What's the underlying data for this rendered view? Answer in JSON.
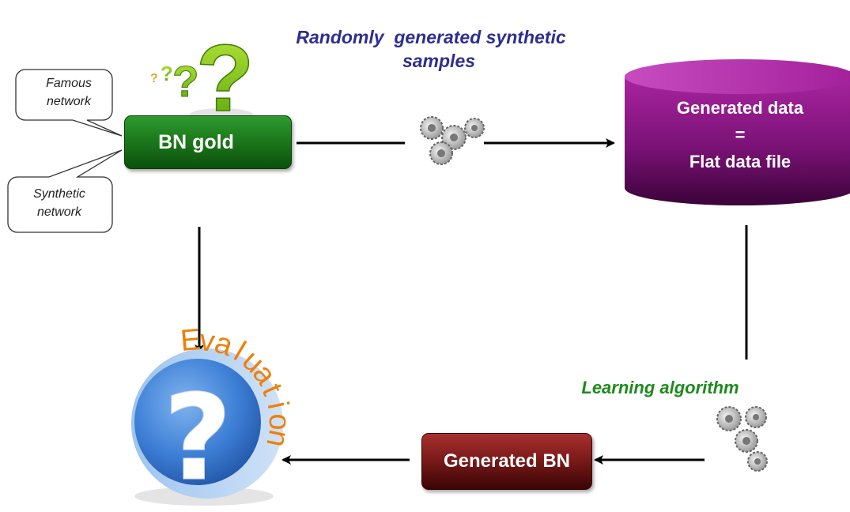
{
  "captions": {
    "random_samples_line1": "Randomly  generated synthetic",
    "random_samples_line2": "samples",
    "learning_algorithm": "Learning algorithm"
  },
  "nodes": {
    "bn_gold": "BN gold",
    "generated_bn": "Generated BN"
  },
  "callouts": {
    "famous_line1": "Famous",
    "famous_line2": "network",
    "synthetic_line1": "Synthetic",
    "synthetic_line2": "network"
  },
  "database": {
    "line1": "Generated data",
    "line2": "=",
    "line3": "Flat data file"
  },
  "evaluation": {
    "label": "Evaluation"
  },
  "icons": {
    "question_marks": "question-marks-icon",
    "gears": "gears-icon",
    "question_circle": "question-circle-icon",
    "database": "database-cylinder-icon"
  },
  "colors": {
    "bn_gold": "#1c7a1c",
    "generated_bn": "#7d1a1a",
    "database": "#8a1a86",
    "evaluation_label": "#f07f09",
    "samples_caption": "#2e2e8f",
    "learning_caption": "#1d8a1d",
    "question_circle": "#3d7fd6"
  }
}
